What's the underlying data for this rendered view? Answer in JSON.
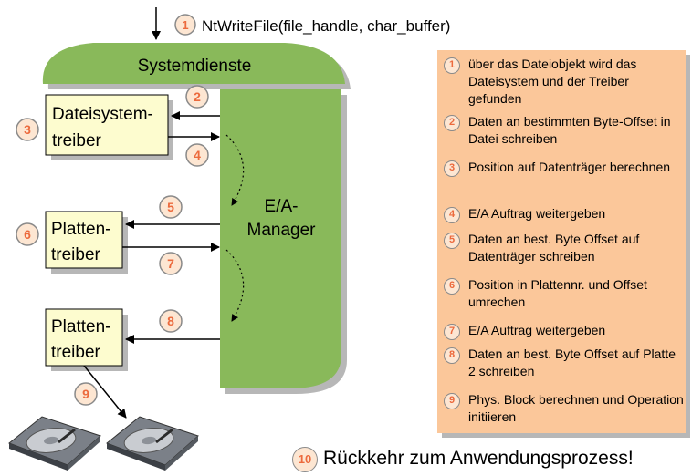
{
  "title_call": "NtWriteFile(file_handle, char_buffer)",
  "systemdienste": "Systemdienste",
  "manager": {
    "line1": "E/A-",
    "line2": "Manager"
  },
  "boxes": [
    {
      "line1": "Dateisystem-",
      "line2": "treiber"
    },
    {
      "line1": "Platten-",
      "line2": "treiber"
    },
    {
      "line1": "Platten-",
      "line2": "treiber"
    }
  ],
  "step_numbers": [
    "1",
    "2",
    "3",
    "4",
    "5",
    "6",
    "7",
    "8",
    "9",
    "10"
  ],
  "legend": [
    {
      "num": "1",
      "text": "über das Dateiobjekt wird das Dateisystem und der Treiber gefunden"
    },
    {
      "num": "2",
      "text": "Daten an bestimmten Byte-Offset in Datei schreiben"
    },
    {
      "num": "3",
      "text": "Position auf Datenträger berechnen"
    },
    {
      "num": "4",
      "text": "E/A Auftrag weitergeben"
    },
    {
      "num": "5",
      "text": "Daten an best. Byte Offset auf Datenträger schreiben"
    },
    {
      "num": "6",
      "text": "Position in Plattennr. und Offset umrechen"
    },
    {
      "num": "7",
      "text": "E/A Auftrag weitergeben"
    },
    {
      "num": "8",
      "text": "Daten an best. Byte Offset auf Platte 2 schreiben"
    },
    {
      "num": "9",
      "text": "Phys. Block berechnen und Operation initiieren"
    }
  ],
  "footer": {
    "num": "10",
    "text": "Rückkehr zum Anwendungsprozess!"
  },
  "colors": {
    "green": "#89b95a",
    "box_yellow": "#fdfccf",
    "legend_orange": "#fbc79a",
    "badge_fill": "#fde6d2",
    "badge_text": "#ec6a3d",
    "shadow": "#b7b7b7"
  }
}
